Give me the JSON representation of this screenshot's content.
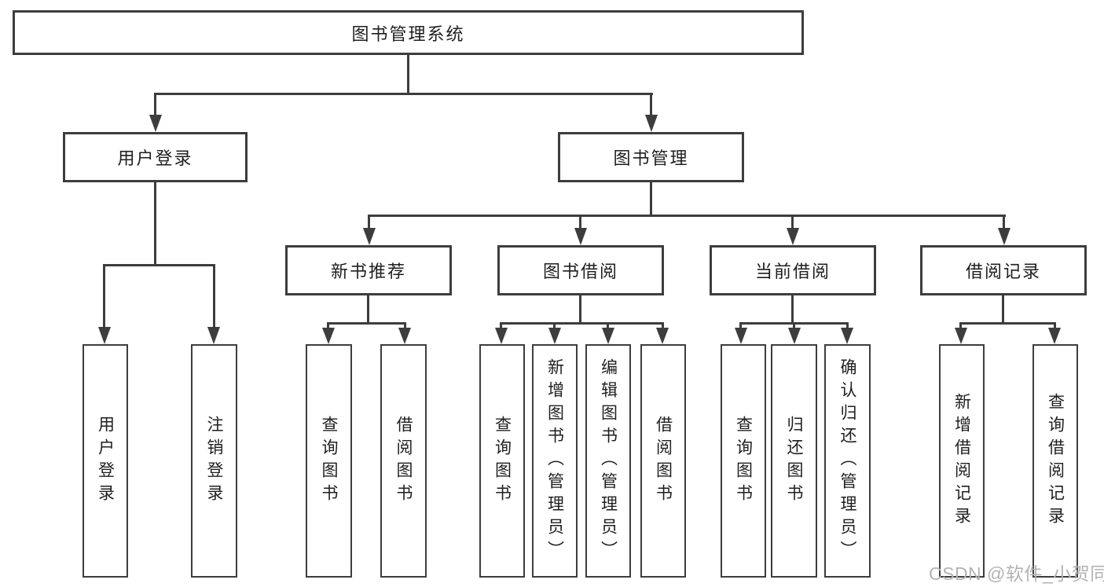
{
  "diagram": {
    "title": "图书管理系统",
    "root": {
      "label": "图书管理系统"
    },
    "level2": [
      {
        "label": "用户登录"
      },
      {
        "label": "图书管理"
      }
    ],
    "level3": [
      {
        "label": "新书推荐"
      },
      {
        "label": "图书借阅"
      },
      {
        "label": "当前借阅"
      },
      {
        "label": "借阅记录"
      }
    ],
    "leaves": {
      "user_login": [
        {
          "label": "用户登录"
        },
        {
          "label": "注销登录"
        }
      ],
      "new_book": [
        {
          "label": "查询图书"
        },
        {
          "label": "借阅图书"
        }
      ],
      "book_borrow": [
        {
          "label": "查询图书"
        },
        {
          "label": "新增图书（管理员）"
        },
        {
          "label": "编辑图书（管理员）"
        },
        {
          "label": "借阅图书"
        }
      ],
      "current_borrow": [
        {
          "label": "查询图书"
        },
        {
          "label": "归还图书"
        },
        {
          "label": "确认归还（管理员）"
        }
      ],
      "borrow_record": [
        {
          "label": "新增借阅记录"
        },
        {
          "label": "查询借阅记录"
        }
      ]
    },
    "colors": {
      "line": "#3d3d3d",
      "text": "#1f1f1f",
      "watermark": "#b3b3b3",
      "background": "#ffffff"
    }
  },
  "watermark": {
    "text": "CSDN @软件_小贺同学"
  }
}
